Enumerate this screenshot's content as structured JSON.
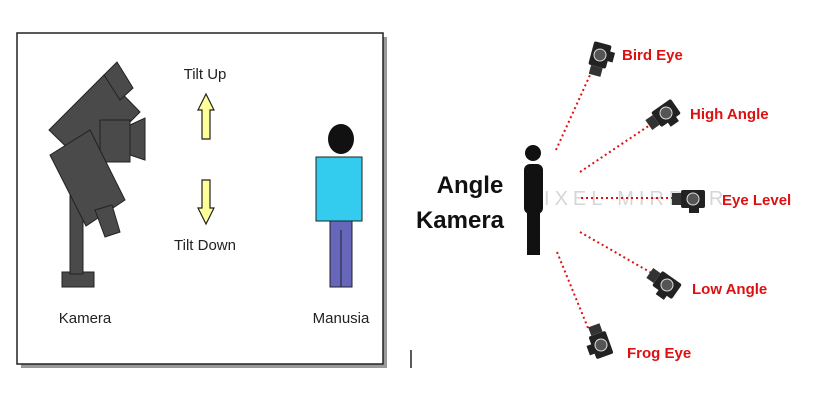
{
  "left_diagram": {
    "tilt_up_label": "Tilt Up",
    "tilt_down_label": "Tilt Down",
    "camera_label": "Kamera",
    "person_label": "Manusia",
    "colors": {
      "camera": "#4a4a4a",
      "arrow_fill": "#ffff99",
      "shirt": "#33ccee",
      "pants": "#6666bb",
      "head": "#111111",
      "border": "#222222"
    }
  },
  "right_diagram": {
    "title_line1": "Angle",
    "title_line2": "Kamera",
    "watermark": "PIXEL MIRROR",
    "angles": [
      {
        "label": "Bird Eye"
      },
      {
        "label": "High Angle"
      },
      {
        "label": "Eye Level"
      },
      {
        "label": "Low Angle"
      },
      {
        "label": "Frog Eye"
      }
    ],
    "colors": {
      "label": "#dd1111",
      "dotted_line": "#dd1111",
      "silhouette": "#111111",
      "camera_icon": "#222222"
    }
  }
}
